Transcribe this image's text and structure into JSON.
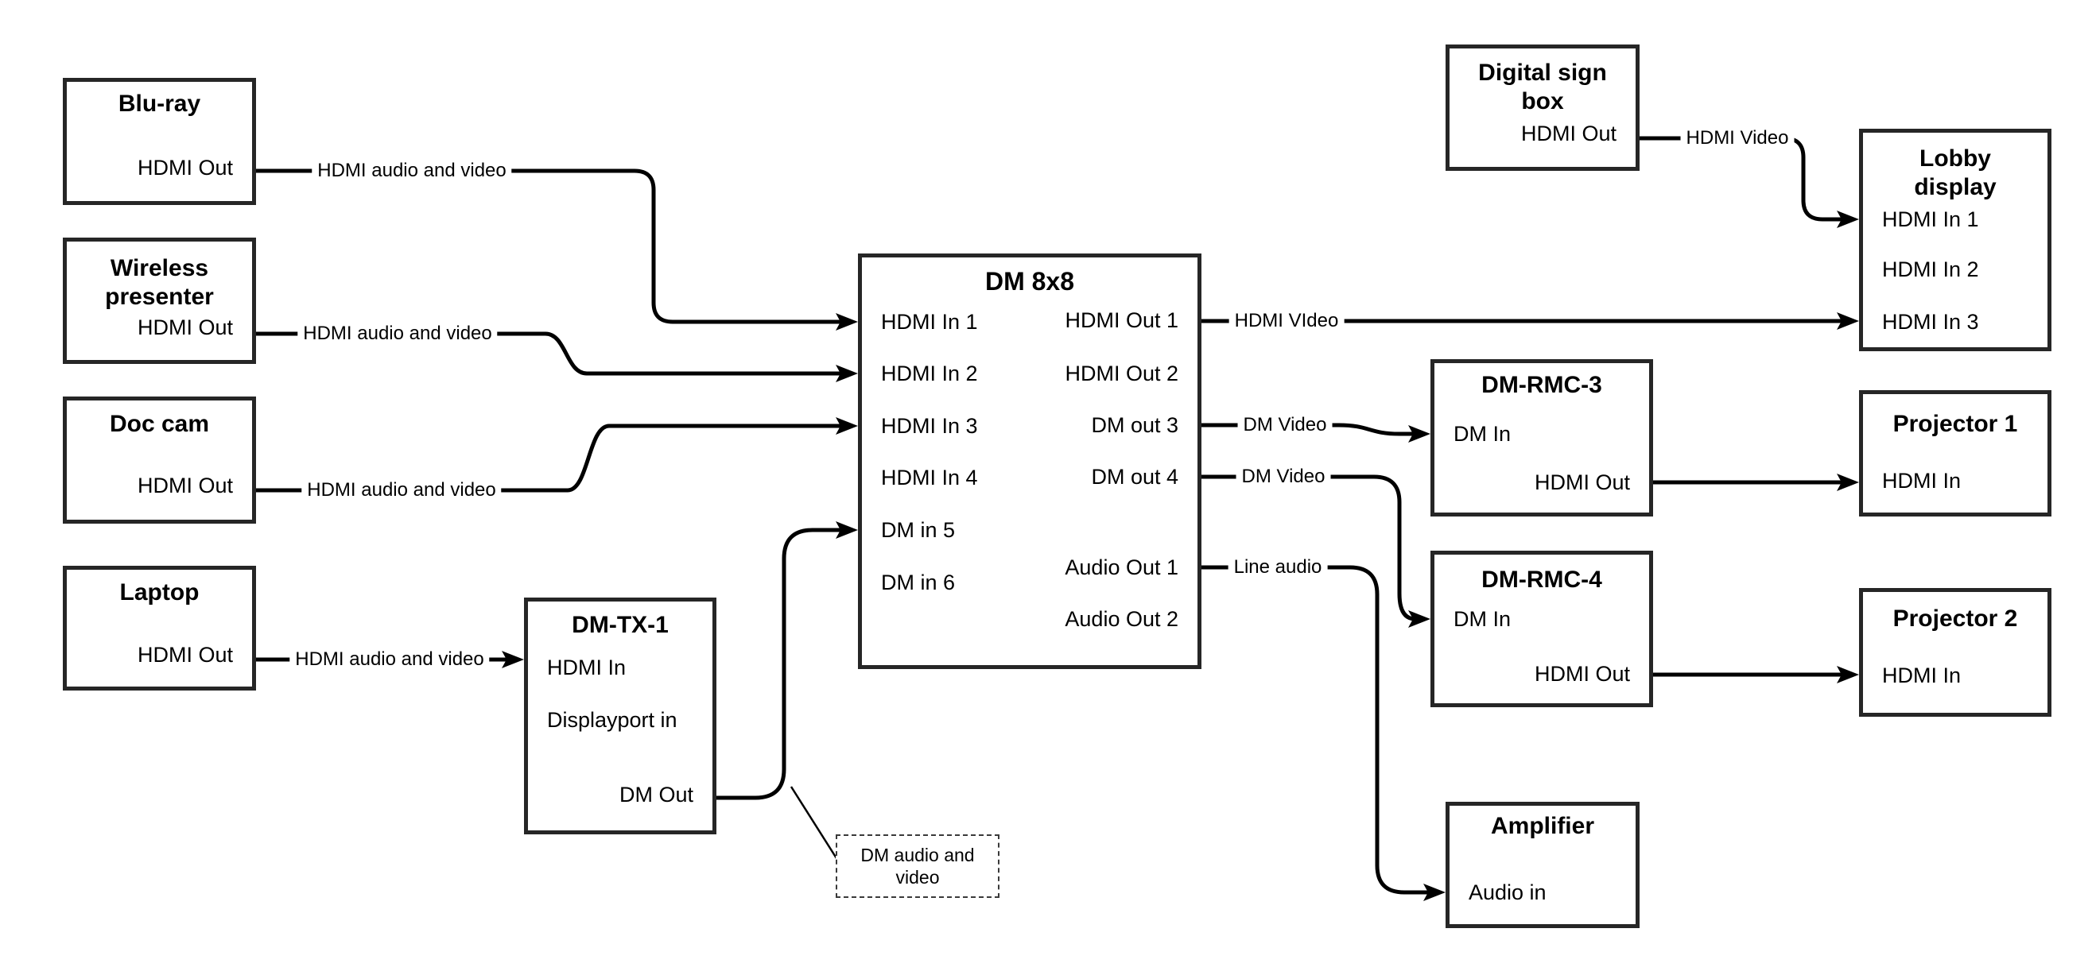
{
  "diagram": {
    "nodes": [
      {
        "id": "blu-ray",
        "title": "Blu-ray",
        "ports": [
          "HDMI Out"
        ]
      },
      {
        "id": "wireless-presenter",
        "title": "Wireless\npresenter",
        "ports": [
          "HDMI Out"
        ]
      },
      {
        "id": "doc-cam",
        "title": "Doc cam",
        "ports": [
          "HDMI Out"
        ]
      },
      {
        "id": "laptop",
        "title": "Laptop",
        "ports": [
          "HDMI Out"
        ]
      },
      {
        "id": "dm-tx-1",
        "title": "DM-TX-1",
        "ports": [
          "HDMI In",
          "Displayport in",
          "DM Out"
        ]
      },
      {
        "id": "dm-8x8",
        "title": "DM 8x8",
        "inputs": [
          "HDMI In 1",
          "HDMI In 2",
          "HDMI In 3",
          "HDMI In 4",
          "DM in 5",
          "DM in 6"
        ],
        "outputs": [
          "HDMI Out 1",
          "HDMI Out 2",
          "DM out 3",
          "DM out 4",
          "Audio Out 1",
          "Audio Out 2"
        ]
      },
      {
        "id": "digital-sign-box",
        "title": "Digital sign\nbox",
        "ports": [
          "HDMI Out"
        ]
      },
      {
        "id": "lobby-display",
        "title": "Lobby\ndisplay",
        "ports": [
          "HDMI In 1",
          "HDMI In 2",
          "HDMI In 3"
        ]
      },
      {
        "id": "dm-rmc-3",
        "title": "DM-RMC-3",
        "ports": [
          "DM In",
          "HDMI Out"
        ]
      },
      {
        "id": "projector-1",
        "title": "Projector 1",
        "ports": [
          "HDMI In"
        ]
      },
      {
        "id": "dm-rmc-4",
        "title": "DM-RMC-4",
        "ports": [
          "DM In",
          "HDMI Out"
        ]
      },
      {
        "id": "projector-2",
        "title": "Projector 2",
        "ports": [
          "HDMI In"
        ]
      },
      {
        "id": "amplifier",
        "title": "Amplifier",
        "ports": [
          "Audio in"
        ]
      }
    ],
    "edge_labels": {
      "bluray_to_dm8x8": "HDMI audio and video",
      "wireless_to_dm8x8": "HDMI audio and video",
      "doccam_to_dm8x8": "HDMI audio and video",
      "laptop_to_dmtx1": "HDMI audio and video",
      "hdmiout1_to_lobby": "HDMI VIdeo",
      "digitalsign_to_lobby": "HDMI Video",
      "dmout3_to_rmc3": "DM Video",
      "dmout4_to_rmc4": "DM Video",
      "audioout1_to_amplifier": "Line audio"
    },
    "annotation": {
      "text": "DM audio and\nvideo"
    },
    "colors": {
      "line": "#000000",
      "box_border": "#262626",
      "text": "#000000",
      "background": "#ffffff"
    }
  }
}
